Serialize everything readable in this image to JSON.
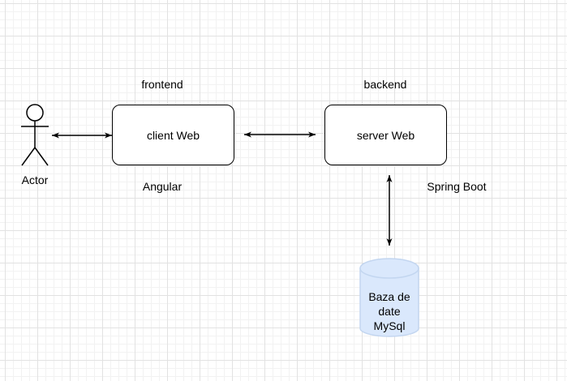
{
  "diagram": {
    "actor": {
      "label": "Actor"
    },
    "nodes": {
      "client": {
        "label": "client Web",
        "tier_label": "frontend",
        "tech_label": "Angular"
      },
      "server": {
        "label": "server Web",
        "tier_label": "backend",
        "tech_label": "Spring Boot"
      },
      "database": {
        "line1": "Baza de",
        "line2": "date",
        "line3": "MySql"
      }
    },
    "colors": {
      "grid_major": "#e2e2e2",
      "grid_minor": "#f2f2f2",
      "stroke": "#000000",
      "database_fill": "#dae8fc",
      "database_stroke": "#c3d6f0"
    }
  }
}
